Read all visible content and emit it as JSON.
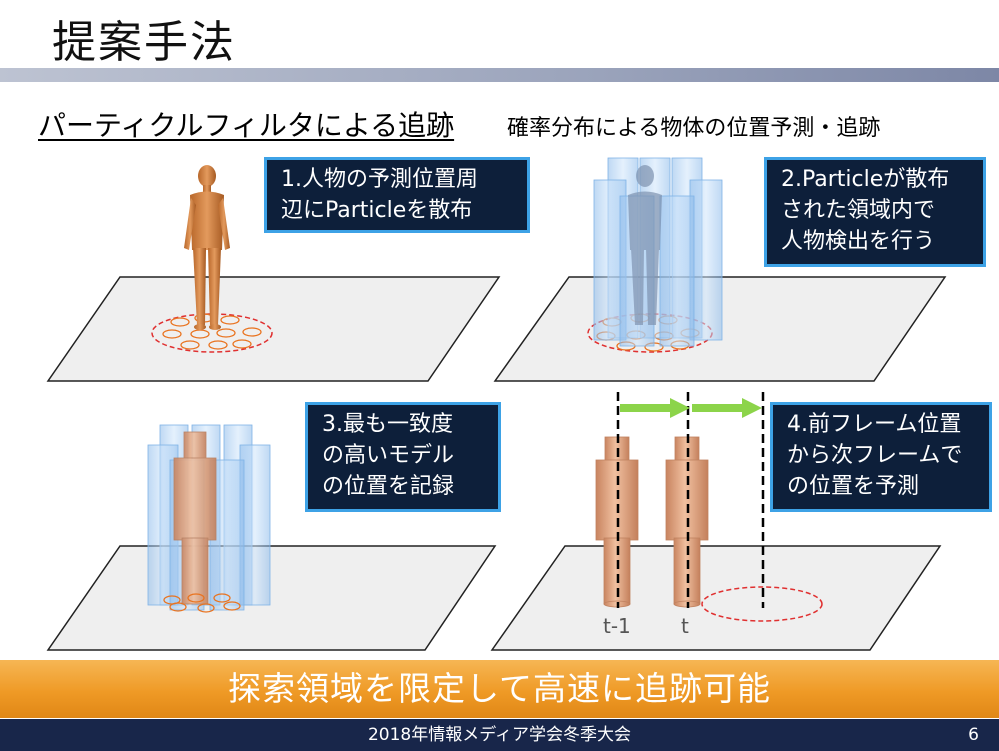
{
  "slide": {
    "title": "提案手法",
    "subtitle": "パーティクルフィルタによる追跡",
    "subnote": "確率分布による物体の位置予測・追跡",
    "steps": [
      {
        "lines": [
          "1.人物の予測位置周",
          "辺にParticleを散布"
        ]
      },
      {
        "lines": [
          "2.Particleが散布",
          "された領域内で",
          "人物検出を行う"
        ]
      },
      {
        "lines": [
          "3.最も一致度",
          "の高いモデル",
          "の位置を記録"
        ]
      },
      {
        "lines": [
          "4.前フレーム位置",
          "から次フレームで",
          "の位置を予測"
        ]
      }
    ],
    "time_labels": {
      "prev": "t-1",
      "curr": "t"
    },
    "banner": "探索領域を限定して高速に追跡可能",
    "footer": {
      "conference": "2018年情報メディア学会冬季大会",
      "page": "6"
    }
  },
  "colors": {
    "callout_bg": "#0d1f3a",
    "callout_border": "#3da2e6",
    "banner": "#ef9a26",
    "footer_bg": "#18264a",
    "arrow": "#8cd44a",
    "ellipse": "#e03030",
    "particle": "#e9731f",
    "cylinder": "#9cc7f0",
    "model": "#d99a72"
  }
}
